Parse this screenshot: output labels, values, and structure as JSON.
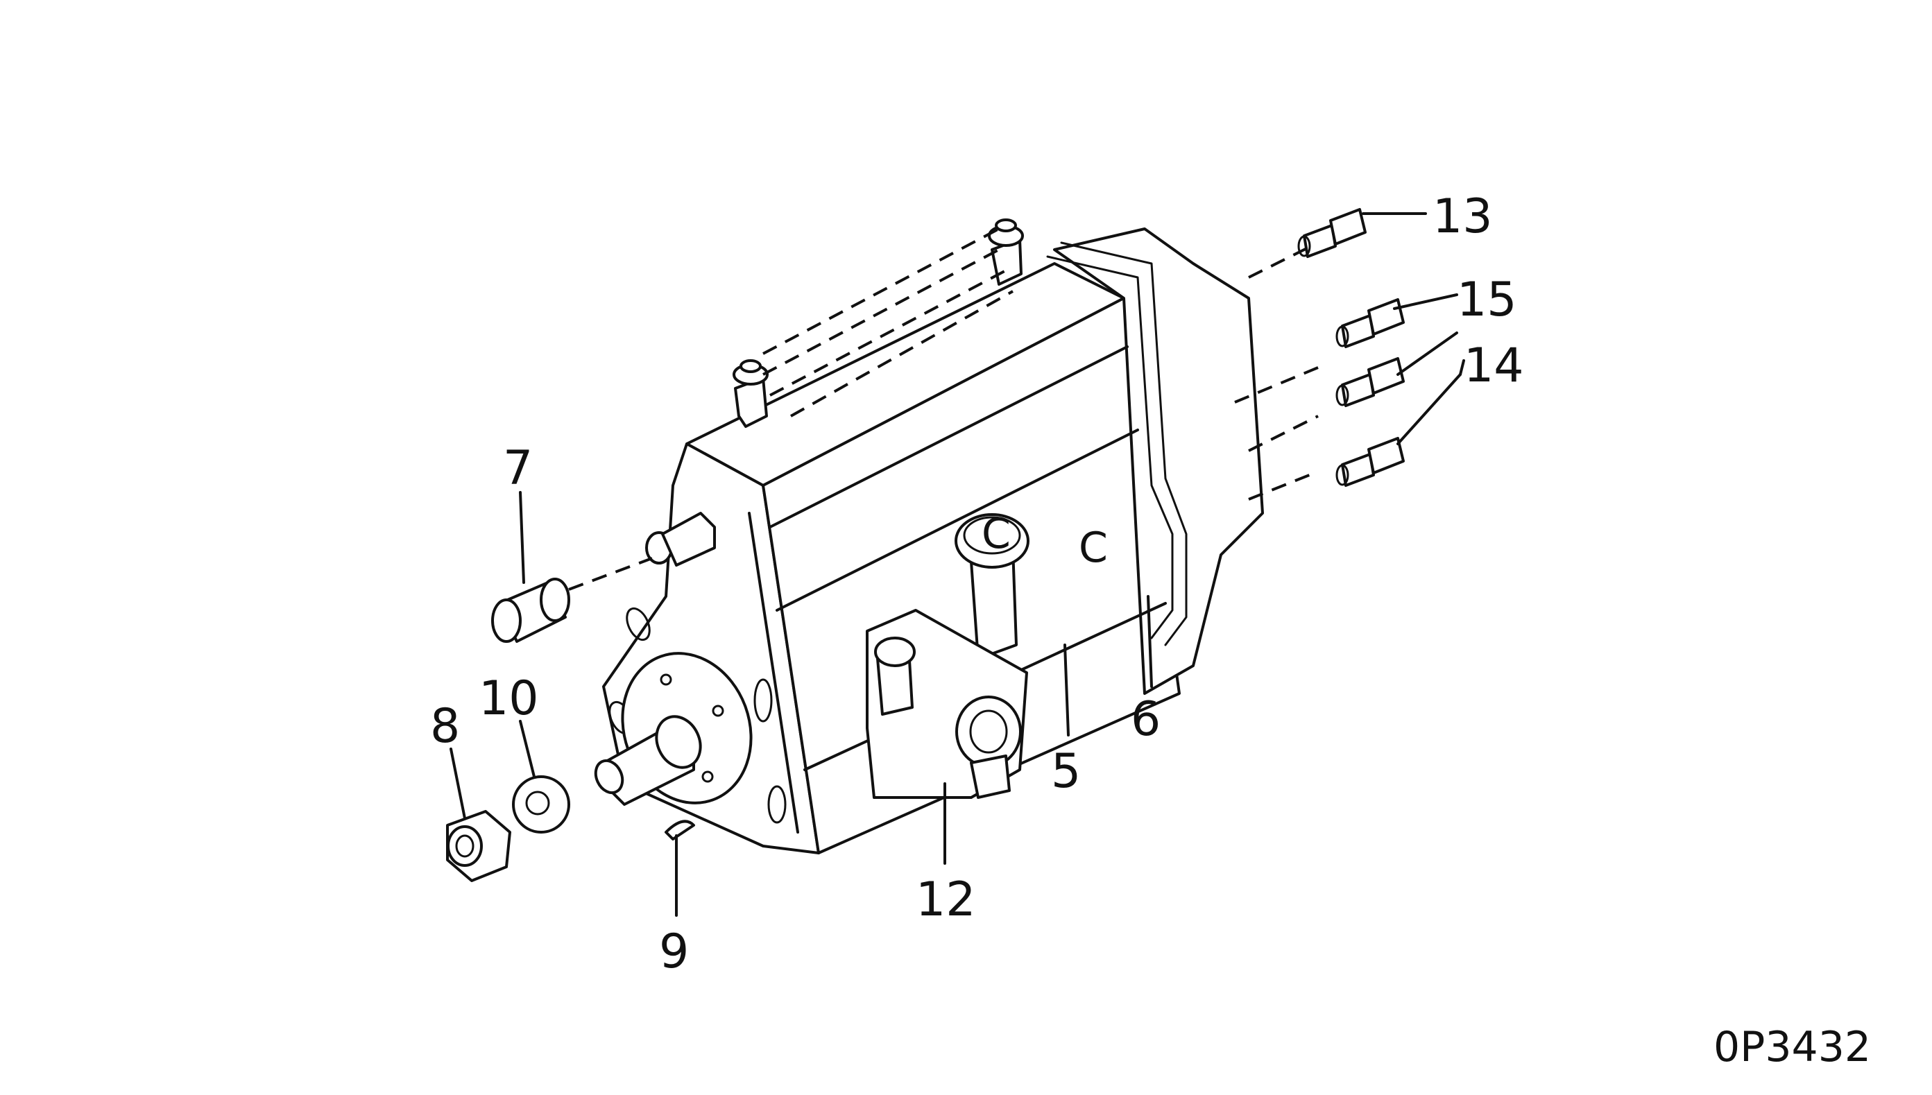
{
  "diagram": {
    "callouts": [
      {
        "id": "c13",
        "text": "13"
      },
      {
        "id": "c15",
        "text": "15"
      },
      {
        "id": "c14",
        "text": "14"
      },
      {
        "id": "c7",
        "text": "7"
      },
      {
        "id": "c10",
        "text": "10"
      },
      {
        "id": "c8",
        "text": "8"
      },
      {
        "id": "c6",
        "text": "6"
      },
      {
        "id": "c5",
        "text": "5"
      },
      {
        "id": "c12",
        "text": "12"
      },
      {
        "id": "c9",
        "text": "9"
      }
    ],
    "drawing_code": "0P3432"
  }
}
